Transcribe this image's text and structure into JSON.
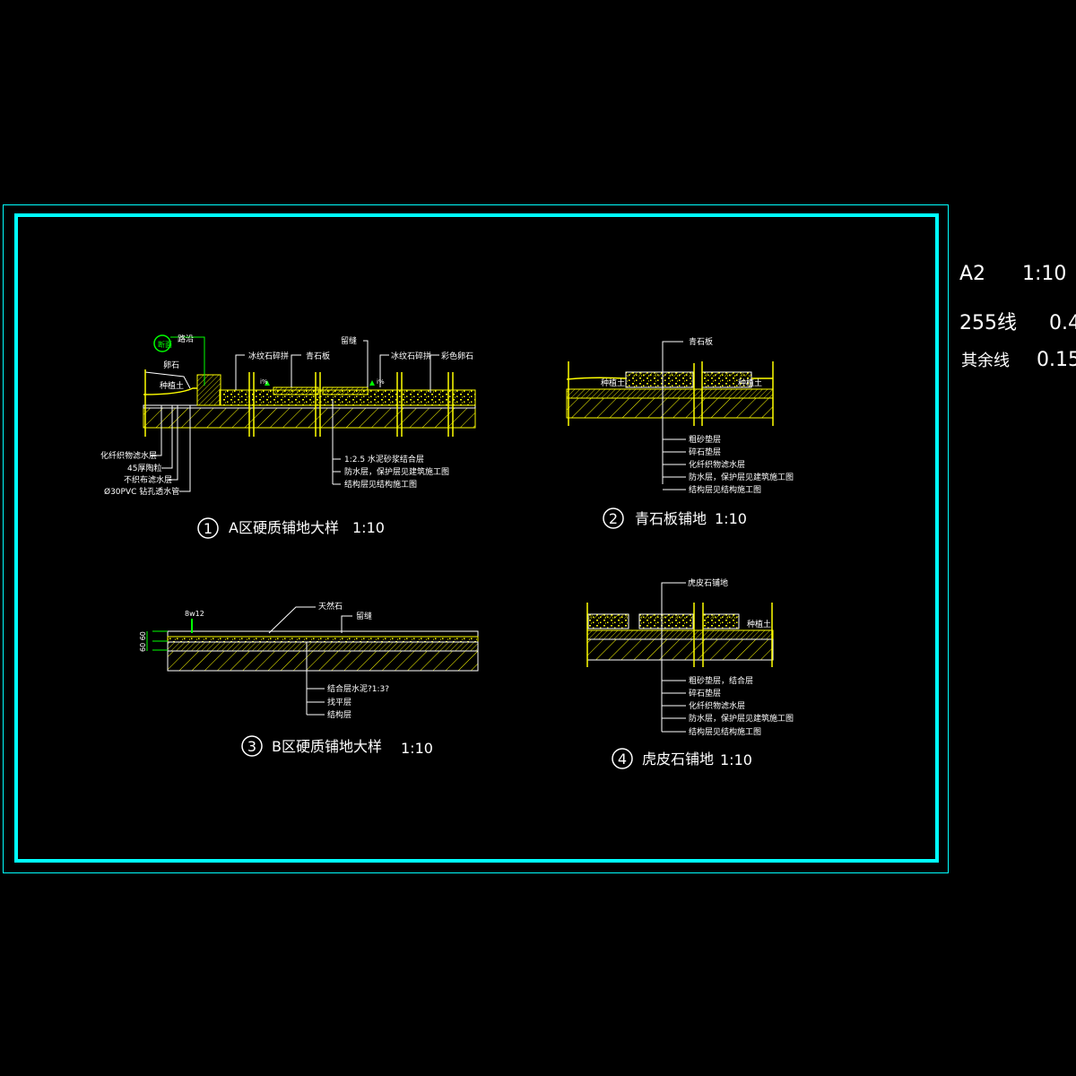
{
  "colors": {
    "frame": "#00ffff",
    "hatch": "#ffff00",
    "text": "#ffffff",
    "marker": "#00ff00",
    "background": "#000000"
  },
  "side_notes": {
    "sheet": "A2",
    "scale": "1:10",
    "line255_label": "255线",
    "line255_value": "0.4",
    "other_label": "其余线",
    "other_value": "0.15"
  },
  "detail1": {
    "number": "1",
    "title": "A区硬质铺地大样",
    "scale": "1:10",
    "callout": "断面",
    "curb": "路沿",
    "stone": "卵石",
    "soil": "种植土",
    "top_labels": [
      "冰纹石碎拼",
      "青石板",
      "留缝",
      "冰纹石碎拼",
      "彩色卵石"
    ],
    "slope_marks": [
      "i%",
      "i%"
    ],
    "left_labels": [
      "化纤织物滤水层",
      "45厚陶粒",
      "不织布滤水层",
      "Ø30PVC 钻孔透水管"
    ],
    "right_labels": [
      "1:2.5  水泥砂浆结合层",
      "防水层，保护层见建筑施工图",
      "结构层见结构施工图"
    ]
  },
  "detail2": {
    "number": "2",
    "title": "青石板铺地",
    "scale": "1:10",
    "top_label": "青石板",
    "soil": "种植土",
    "labels": [
      "粗砂垫层",
      "碎石垫层",
      "化纤织物滤水层",
      "防水层，保护层见建筑施工图",
      "结构层见结构施工图"
    ]
  },
  "detail3": {
    "number": "3",
    "title": "B区硬质铺地大样",
    "scale": "1:10",
    "joint_mark": "8w12",
    "dim": "60 60",
    "top_labels": [
      "天然石",
      "留缝"
    ],
    "labels": [
      "结合层水泥?1:3?",
      "找平层",
      "结构层"
    ]
  },
  "detail4": {
    "number": "4",
    "title": "虎皮石铺地",
    "scale": "1:10",
    "top_label": "虎皮石铺地",
    "soil": "种植土",
    "labels": [
      "粗砂垫层，结合层",
      "碎石垫层",
      "化纤织物滤水层",
      "防水层，保护层见建筑施工图",
      "结构层见结构施工图"
    ]
  }
}
